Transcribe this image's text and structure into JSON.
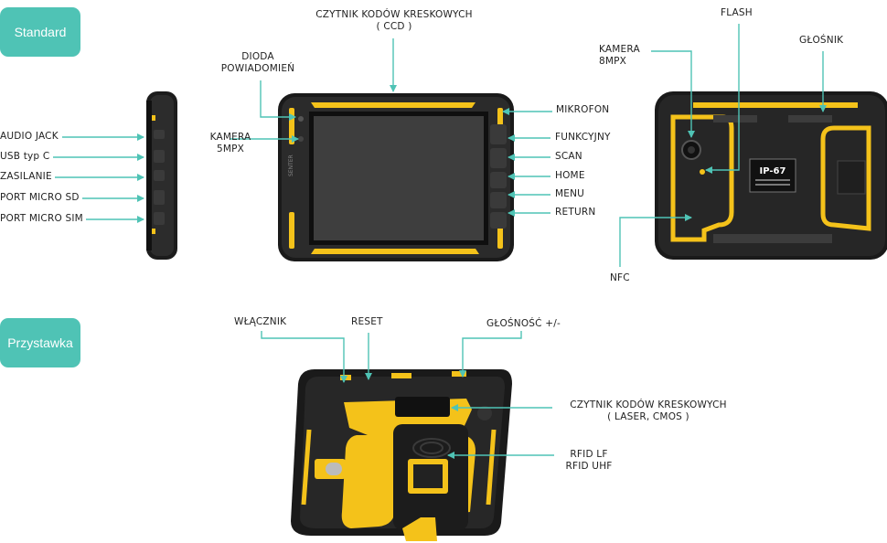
{
  "colors": {
    "teal": "#4fc3b5",
    "yellow": "#f4c21a",
    "dark": "#2a2a2a",
    "body": "#1f1f1f"
  },
  "sections": {
    "standard": "Standard",
    "dock": "Przystawka"
  },
  "labels": {
    "ccd": [
      "CZYTNIK KODÓW KRESKOWYCH",
      "( CCD )"
    ],
    "dioda": [
      "DIODA",
      "POWIADOMIEŃ"
    ],
    "kamera5": [
      "KAMERA",
      "5MPX"
    ],
    "audio": "AUDIO JACK",
    "usb": "USB typ C",
    "zasilanie": "ZASILANIE",
    "microsd": "PORT MICRO SD",
    "microsim": "PORT MICRO SIM",
    "mikrofon": "MIKROFON",
    "funkcyjny": "FUNKCYJNY",
    "scan": "SCAN",
    "home": "HOME",
    "menu": "MENU",
    "return": "RETURN",
    "flash": "FLASH",
    "kamera8": [
      "KAMERA",
      "8MPX"
    ],
    "glosnik": "GŁOŚNIK",
    "nfc": "NFC",
    "wlacznik": "WŁĄCZNIK",
    "reset": "RESET",
    "glosnosc": "GŁOŚNOŚĆ +/-",
    "laser": [
      "CZYTNIK KODÓW KRESKOWYCH",
      "( LASER, CMOS )"
    ],
    "rfid": [
      "RFID LF",
      "RFID UHF"
    ]
  },
  "device": {
    "badge_ip": "IP-67",
    "brand": "SENTER"
  }
}
